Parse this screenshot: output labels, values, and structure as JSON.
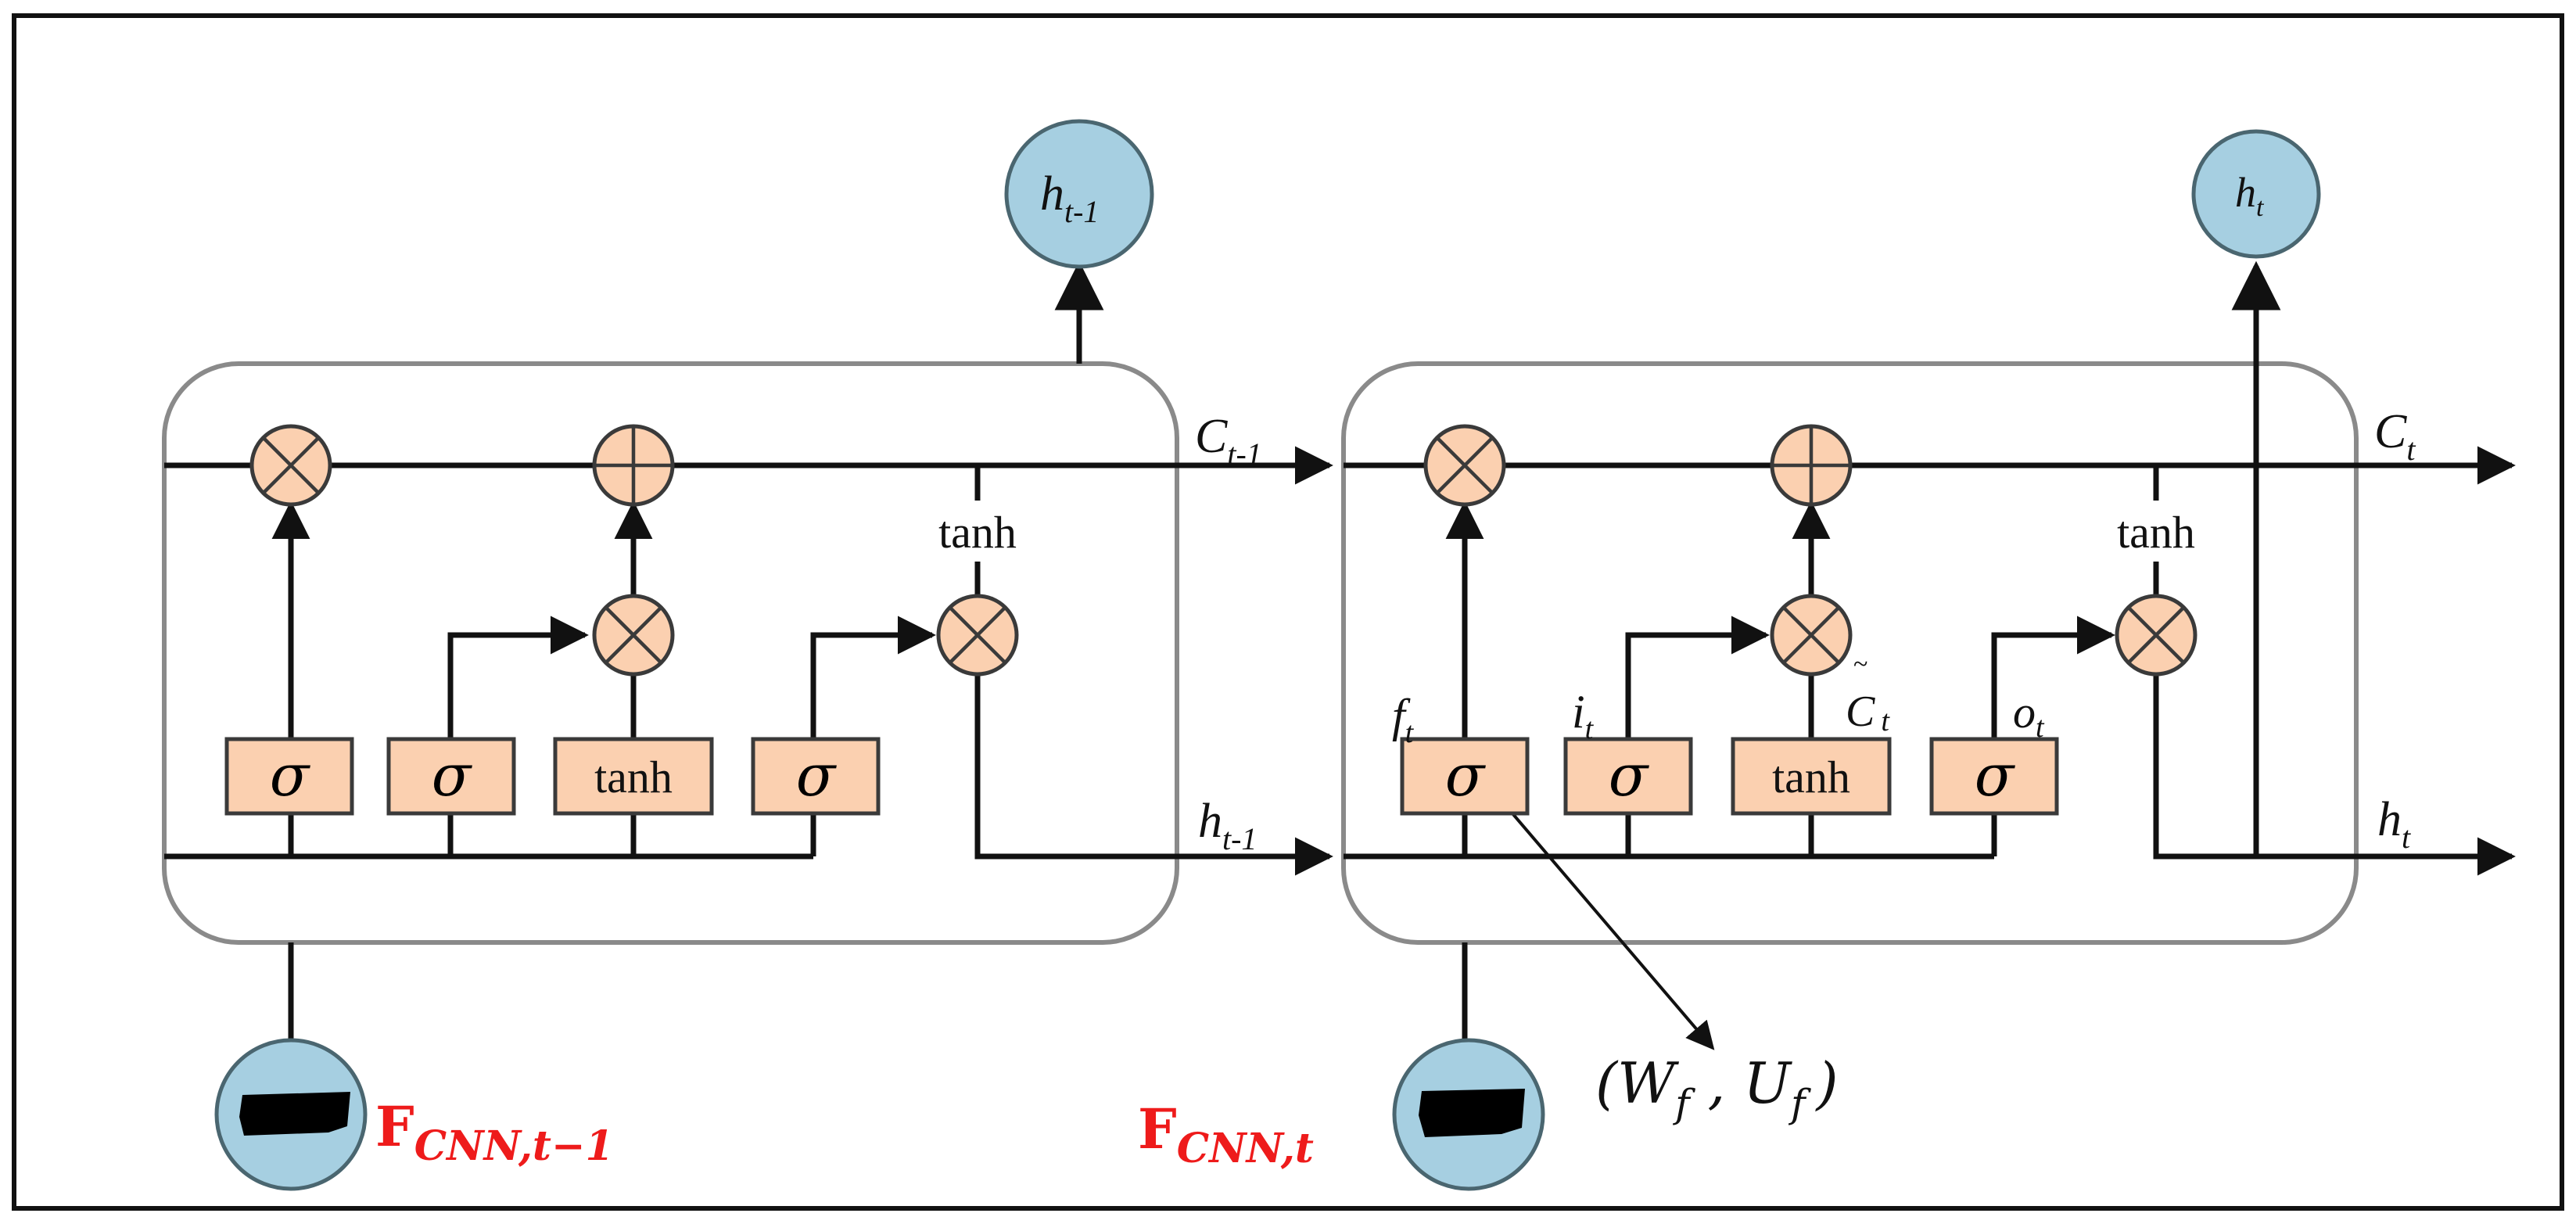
{
  "gate_labels": {
    "sigma": "σ",
    "tanh": "tanh"
  },
  "cell_left": {
    "cell_state_out": {
      "base": "C",
      "sub": "t-1"
    },
    "hidden_out": {
      "base": "h",
      "sub": "t-1"
    },
    "output_node": {
      "base": "h",
      "sub": "t-1"
    },
    "state_tanh": "tanh",
    "input_label": {
      "base": "F",
      "sub": "CNN,t−1"
    }
  },
  "cell_right": {
    "cell_state_out": {
      "base": "C",
      "sub": "t"
    },
    "hidden_out": {
      "base": "h",
      "sub": "t"
    },
    "output_node": {
      "base": "h",
      "sub": "t"
    },
    "state_tanh": "tanh",
    "gate_names": {
      "forget": {
        "base": "f",
        "sub": "t"
      },
      "input": {
        "base": "i",
        "sub": "t"
      },
      "candidate": {
        "base": "C",
        "tilde": "~",
        "sub": "t"
      },
      "output": {
        "base": "o",
        "sub": "t"
      }
    },
    "input_label": {
      "base": "F",
      "sub": "CNN,t"
    },
    "weights_callout": "(W<sub>f</sub> , U<sub>f</sub> )"
  },
  "weights_text": {
    "open": "(W",
    "w_sub": "f",
    "sep": " , U",
    "u_sub": "f",
    "close": ")"
  },
  "colors": {
    "gate_fill": "#fbd0b0",
    "node_fill": "#a6cfe1",
    "cell_border": "#8a8a8a",
    "input_label_color": "#ee1b1b"
  }
}
